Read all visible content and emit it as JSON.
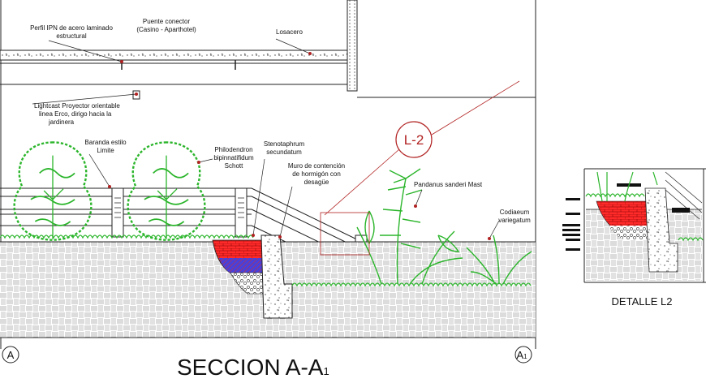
{
  "labels": {
    "puente_1": "Puente conector",
    "puente_2": "(Casino - Aparthotel)",
    "perfil_1": "Perfil IPN de acero laminado",
    "perfil_2": "estructural",
    "losacero": "Losacero",
    "lightcast_1": "Lightcast Proyector orientable",
    "lightcast_2": "linea Erco, dirigo hacia la",
    "lightcast_3": "jardinera",
    "baranda_1": "Baranda estilo",
    "baranda_2": "Limite",
    "philo_1": "Philodendron",
    "philo_2": "bipinnatifidum",
    "philo_3": "Schott",
    "steno_1": "Stenotaphrum",
    "steno_2": "secundatum",
    "muro_1": "Muro de contención",
    "muro_2": "de hormigón con",
    "muro_3": "desagüe",
    "pandanus": "Pandanus sanderi Mast",
    "codiaeum_1": "Codiaeum",
    "codiaeum_2": "variegatum",
    "callout": "L-2",
    "detalle": "DETALLE L2",
    "title_main": "SECCION A-A",
    "title_sub": "1",
    "axis_left": "A",
    "axis_right": "A",
    "axis_right_sub": "1"
  },
  "colors": {
    "line": "#222222",
    "plant": "#2bb52b",
    "callout": "#b22222",
    "soil_red": "#ff2a2a",
    "soil_blue": "#4a3fd8"
  }
}
